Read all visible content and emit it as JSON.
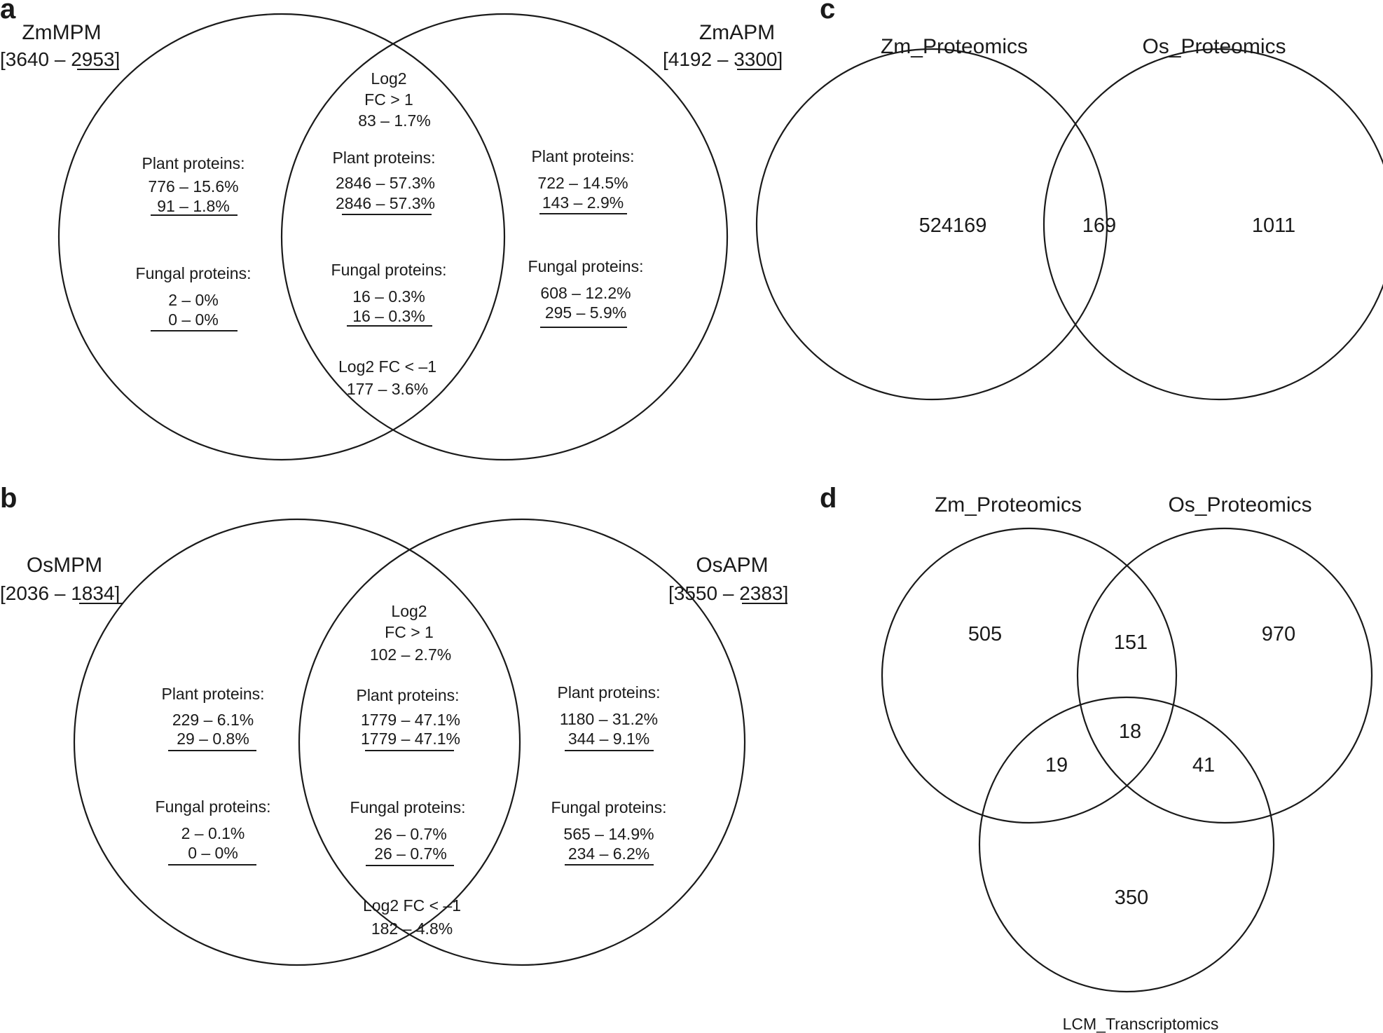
{
  "panels": {
    "a": {
      "letter": "a",
      "left_set": {
        "name": "ZmMPM",
        "count_open": "[3640 – ",
        "count_underlined": "2953",
        "count_close": "]"
      },
      "right_set": {
        "name": "ZmAPM",
        "count_open": "[4192 – ",
        "count_underlined": "3300",
        "count_close": "]"
      },
      "left_region": {
        "plant_heading": "Plant proteins:",
        "plant_line1": "776 – 15.6%",
        "plant_line2": "91 – 1.8%",
        "fungal_heading": "Fungal proteins:",
        "fungal_line1": "2 – 0%",
        "fungal_line2": "0 – 0%"
      },
      "overlap_region": {
        "up_line1": "Log2",
        "up_line2": "FC > 1",
        "up_line3": "83 – 1.7%",
        "plant_heading": "Plant proteins:",
        "plant_line1": "2846 – 57.3%",
        "plant_line2": "2846 – 57.3%",
        "fungal_heading": "Fungal proteins:",
        "fungal_line1": "16 – 0.3%",
        "fungal_line2": "16 – 0.3%",
        "down_line1": "Log2 FC < –1",
        "down_line2": "177 – 3.6%"
      },
      "right_region": {
        "plant_heading": "Plant proteins:",
        "plant_line1": "722 – 14.5%",
        "plant_line2": "143 – 2.9%",
        "fungal_heading": "Fungal proteins:",
        "fungal_line1": "608 – 12.2%",
        "fungal_line2": "295 – 5.9%"
      }
    },
    "b": {
      "letter": "b",
      "left_set": {
        "name": "OsMPM",
        "count_open": "[2036 – ",
        "count_underlined": "1834",
        "count_close": "]"
      },
      "right_set": {
        "name": "OsAPM",
        "count_open": "[3550 – ",
        "count_underlined": "2383",
        "count_close": "]"
      },
      "left_region": {
        "plant_heading": "Plant proteins:",
        "plant_line1": "229 – 6.1%",
        "plant_line2": "29 – 0.8%",
        "fungal_heading": "Fungal proteins:",
        "fungal_line1": "2 – 0.1%",
        "fungal_line2": "0 – 0%"
      },
      "overlap_region": {
        "up_line1": "Log2",
        "up_line2": "FC > 1",
        "up_line3": "102 – 2.7%",
        "plant_heading": "Plant proteins:",
        "plant_line1": "1779 – 47.1%",
        "plant_line2": "1779 – 47.1%",
        "fungal_heading": "Fungal proteins:",
        "fungal_line1": "26 – 0.7%",
        "fungal_line2": "26 – 0.7%",
        "down_line1": "Log2 FC < –1",
        "down_line2": "182 – 4.8%"
      },
      "right_region": {
        "plant_heading": "Plant proteins:",
        "plant_line1": "1180 – 31.2%",
        "plant_line2": "344 – 9.1%",
        "fungal_heading": "Fungal proteins:",
        "fungal_line1": "565 – 14.9%",
        "fungal_line2": "234 – 6.2%"
      }
    },
    "c": {
      "letter": "c",
      "left_set": "Zm_Proteomics",
      "right_set": "Os_Proteomics",
      "left_only": "524169",
      "both": "169",
      "right_only": "1011"
    },
    "d": {
      "letter": "d",
      "set_a": "Zm_Proteomics",
      "set_b": "Os_Proteomics",
      "set_c": "LCM_Transcriptomics",
      "a_only": "505",
      "ab_only": "151",
      "b_only": "970",
      "abc": "18",
      "ac_only": "19",
      "bc_only": "41",
      "c_only": "350"
    }
  }
}
